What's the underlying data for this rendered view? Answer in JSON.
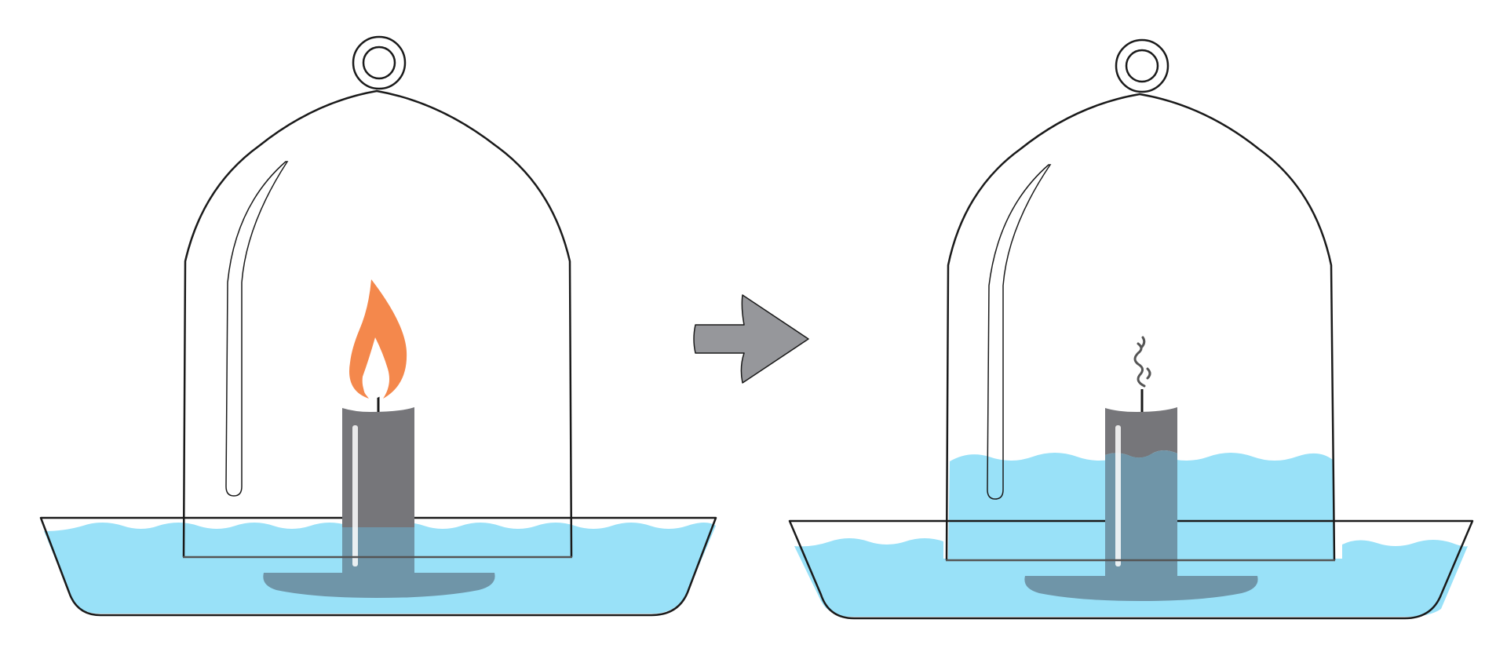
{
  "diagram": {
    "description_visible_text": [],
    "panels": [
      {
        "id": "before",
        "state": "candle-burning",
        "flame": true,
        "smoke": false,
        "water_inside_raised": false
      },
      {
        "id": "after",
        "state": "candle-extinguished",
        "flame": false,
        "smoke": true,
        "water_inside_raised": true
      }
    ],
    "arrow": {
      "direction": "right",
      "icon": "right-arrow-icon"
    },
    "colors": {
      "water": "#99e1f8",
      "candle": "#76767a",
      "candle_submerged": "#6f95a8",
      "flame_outer": "#f4884c",
      "flame_inner": "#ffffff",
      "arrow_fill": "#96979b",
      "outline": "#1a1a1a",
      "smoke": "#555555"
    }
  }
}
